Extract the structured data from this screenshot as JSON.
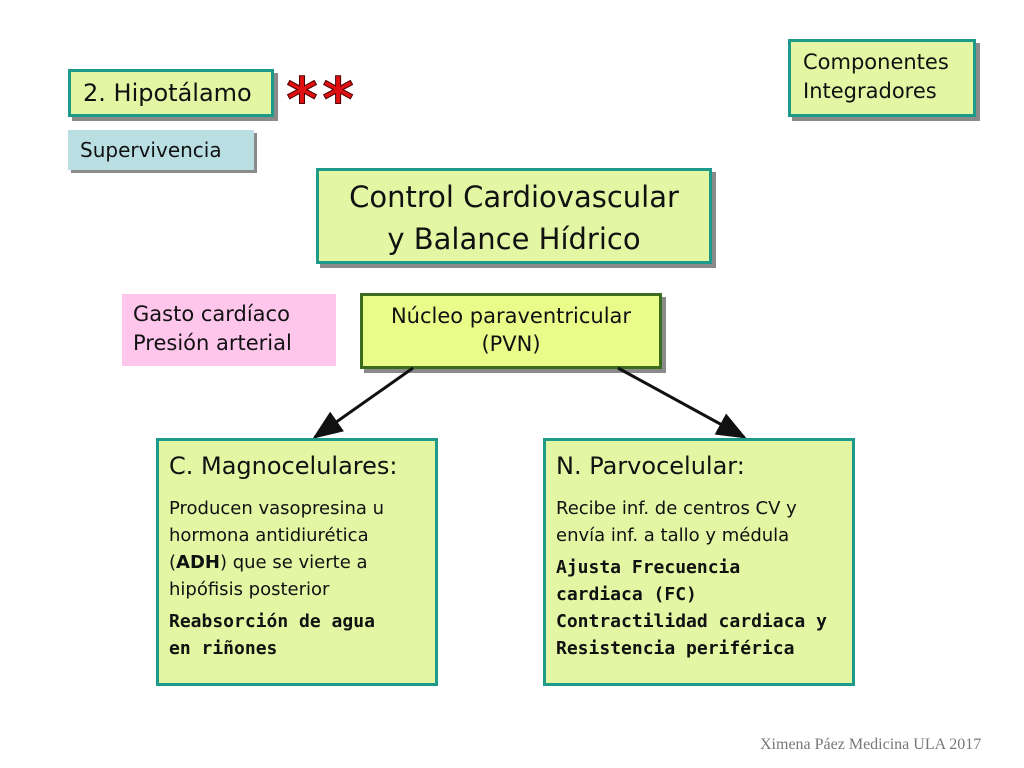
{
  "title_box": {
    "label": "2. Hipotálamo"
  },
  "stars": {
    "text": "**",
    "color": "#e01010"
  },
  "subtitle_box": {
    "label": "Supervivencia"
  },
  "corner_box": {
    "line1": "Componentes",
    "line2": "Integradores"
  },
  "main_box": {
    "line1": "Control Cardiovascular",
    "line2": "y Balance Hídrico"
  },
  "note_box": {
    "line1": "Gasto cardíaco",
    "line2": "Presión arterial"
  },
  "center_box": {
    "line1": "Núcleo paraventricular",
    "line2": "(PVN)"
  },
  "left_box": {
    "title": "C. Magnocelulares:",
    "text_before": "Producen vasopresina u hormona antidiurética (",
    "text_bold": "ADH",
    "text_after": ") que se vierte a hipófisis posterior",
    "bold_line1": "Reabsorción de agua",
    "bold_line2": "en riñones"
  },
  "right_box": {
    "title": "N. Parvocelular:",
    "text": "Recibe inf. de centros CV y envía inf. a tallo y médula",
    "bold_line1": "Ajusta Frecuencia",
    "bold_line2": "cardiaca (FC)",
    "bold_line3": "Contractilidad cardiaca y",
    "bold_line4": "Resistencia periférica"
  },
  "footer": {
    "text": "Ximena Páez Medicina ULA 2017"
  },
  "colors": {
    "green_fill": "#e2f6a4",
    "teal_border": "#1e9a8a",
    "pink_fill": "#ffc6ec",
    "blue_fill": "#b9dfe3"
  }
}
